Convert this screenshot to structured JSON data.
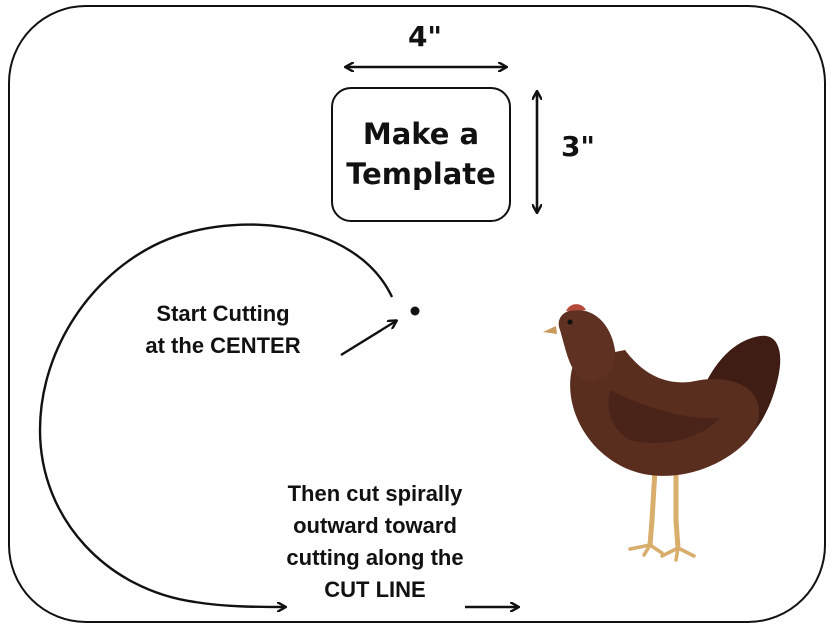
{
  "template": {
    "line1": "Make a",
    "line2": "Template",
    "width_label": "4\"",
    "height_label": "3\""
  },
  "start_note": {
    "line1": "Start Cutting",
    "line2": "at the CENTER"
  },
  "spiral_note": {
    "line1": "Then cut spirally",
    "line2": "outward toward",
    "line3": "cutting along the",
    "line4": "CUT LINE"
  },
  "chicken": {
    "body_color": "#5a2e1f",
    "leg_color": "#e2b77a"
  }
}
